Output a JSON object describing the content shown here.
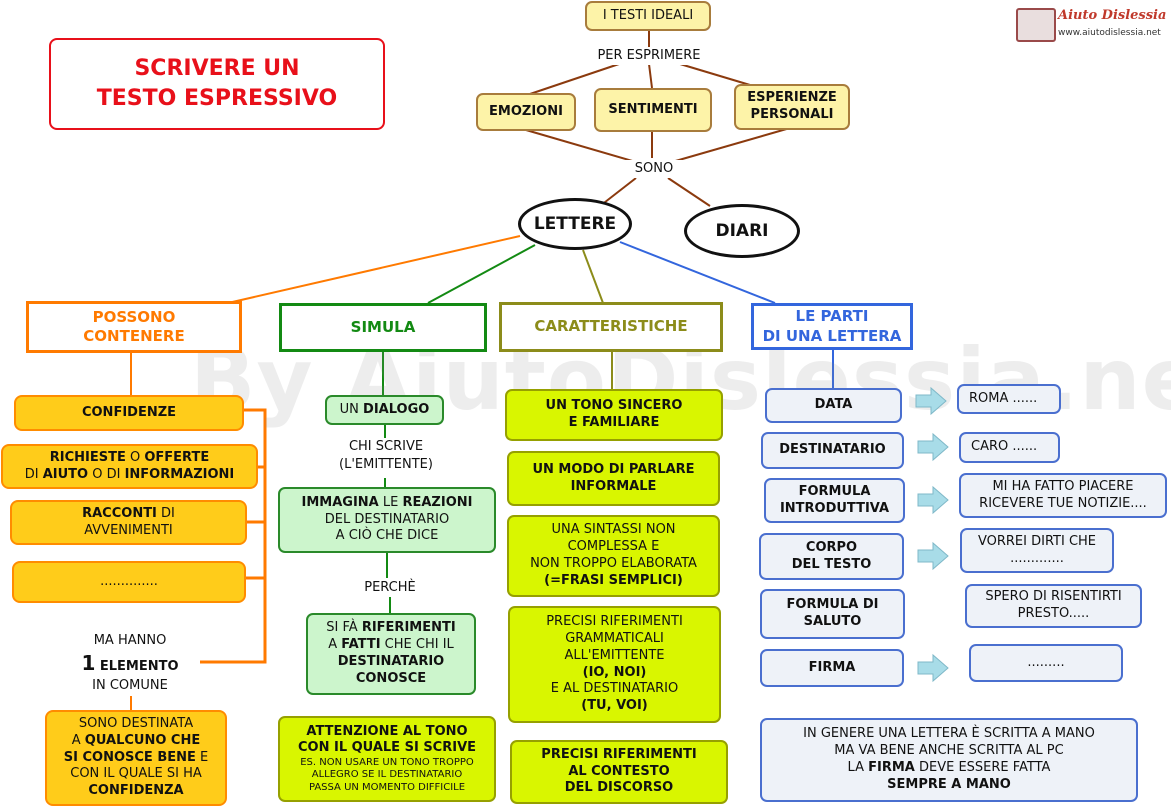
{
  "title": {
    "line1": "SCRIVERE UN",
    "line2": "TESTO ESPRESSIVO"
  },
  "logo": {
    "name": "Aiuto Dislessia",
    "url": "www.aiutodislessia.net"
  },
  "watermark": "By AiutoDislessia.net",
  "top": {
    "ideali": "I TESTI IDEALI",
    "per_esprimere": "PER ESPRIMERE",
    "emozioni": "EMOZIONI",
    "sentimenti": "SENTIMENTI",
    "esperienze": [
      "ESPERIENZE",
      "PERSONALI"
    ],
    "sono": "SONO",
    "lettere": "LETTERE",
    "diari": "DIARI"
  },
  "headers": {
    "possono": [
      "POSSONO",
      "CONTENERE"
    ],
    "simula": "SIMULA",
    "caratteristiche": "CARATTERISTICHE",
    "parti": [
      "LE PARTI",
      "DI UNA LETTERA"
    ]
  },
  "possono": {
    "confidenze": "CONFIDENZE",
    "richieste": {
      "b1": "RICHIESTE",
      "t1": " O ",
      "b2": "OFFERTE",
      "t2": "DI ",
      "b3": "AIUTO",
      "t3": " O DI ",
      "b4": "INFORMAZIONI"
    },
    "racconti": {
      "b1": "RACCONTI",
      "t1": " DI",
      "l2": "AVVENIMENTI"
    },
    "dots": "..............",
    "ma_hanno": "MA HANNO",
    "uno": "1",
    "elemento": "ELEMENTO",
    "in_comune": "IN COMUNE",
    "destinata": {
      "l1": "SONO DESTINATA",
      "t2": "A ",
      "b2": "QUALCUNO CHE",
      "b3": "SI CONOSCE BENE",
      "t3": " E",
      "l4": "CON IL QUALE SI HA",
      "b5": "CONFIDENZA"
    }
  },
  "simula": {
    "dialogo": {
      "t": "UN ",
      "b": "DIALOGO"
    },
    "chi_scrive": [
      "CHI SCRIVE",
      "(L'EMITTENTE)"
    ],
    "immagina": {
      "b1": "IMMAGINA",
      "t1": " LE ",
      "b2": "REAZIONI",
      "l2": "DEL DESTINATARIO",
      "l3": "A CIÒ CHE DICE"
    },
    "perche": "PERCHÈ",
    "riferimenti": {
      "t1": "SI FÀ ",
      "b1": "RIFERIMENTI",
      "t2": "A ",
      "b2": "FATTI",
      "t3": " CHE CHI IL",
      "b3": "DESTINATARIO",
      "b4": "CONOSCE"
    },
    "attenzione": {
      "b1": "ATTENZIONE AL TONO",
      "b2": "CON IL QUALE SI SCRIVE",
      "s1": "ES. NON USARE UN TONO TROPPO",
      "s2": "ALLEGRO SE IL DESTINATARIO",
      "s3": "PASSA UN MOMENTO DIFFICILE"
    }
  },
  "caratteristiche": {
    "tono": [
      "UN TONO SINCERO",
      "E FAMILIARE"
    ],
    "modo": [
      "UN MODO DI PARLARE",
      "INFORMALE"
    ],
    "sintassi": {
      "l1": "UNA SINTASSI NON",
      "l2": "COMPLESSA E",
      "l3": "NON TROPPO ELABORATA",
      "b4": "(=FRASI SEMPLICI)"
    },
    "grammaticali": {
      "l1": "PRECISI RIFERIMENTI",
      "l2": "GRAMMATICALI",
      "l3": "ALL'EMITTENTE",
      "b4": "(IO, NOI)",
      "l5": "E AL DESTINATARIO",
      "b6": "(TU, VOI)"
    },
    "contesto": [
      "PRECISI RIFERIMENTI",
      "AL CONTESTO",
      "DEL DISCORSO"
    ]
  },
  "parti": {
    "data": "DATA",
    "destinatario": "DESTINATARIO",
    "formula_intro": [
      "FORMULA",
      "INTRODUTTIVA"
    ],
    "corpo": [
      "CORPO",
      "DEL TESTO"
    ],
    "formula_saluto": [
      "FORMULA DI",
      "SALUTO"
    ],
    "firma": "FIRMA",
    "ex_roma": "ROMA  ......",
    "ex_caro": "CARO  ......",
    "ex_intro": [
      "MI HA FATTO PIACERE",
      "RICEVERE TUE NOTIZIE...."
    ],
    "ex_corpo": [
      "VORREI DIRTI CHE",
      "............."
    ],
    "ex_saluto": [
      "SPERO DI RISENTIRTI",
      "PRESTO....."
    ],
    "ex_firma": ".........",
    "nota": {
      "l1": "IN GENERE UNA LETTERA È SCRITTA A MANO",
      "l2": "MA VA BENE ANCHE SCRITTA AL PC",
      "t3": "LA ",
      "b3": "FIRMA",
      "t3b": " DEVE ESSERE FATTA",
      "b4": "SEMPRE A MANO"
    }
  },
  "colors": {
    "title_red": "#e8101a",
    "orange": "#ff8c00",
    "green": "#138a13",
    "olive": "#8c8c1a",
    "blue": "#3366dd",
    "brown": "#8b3a0e"
  }
}
